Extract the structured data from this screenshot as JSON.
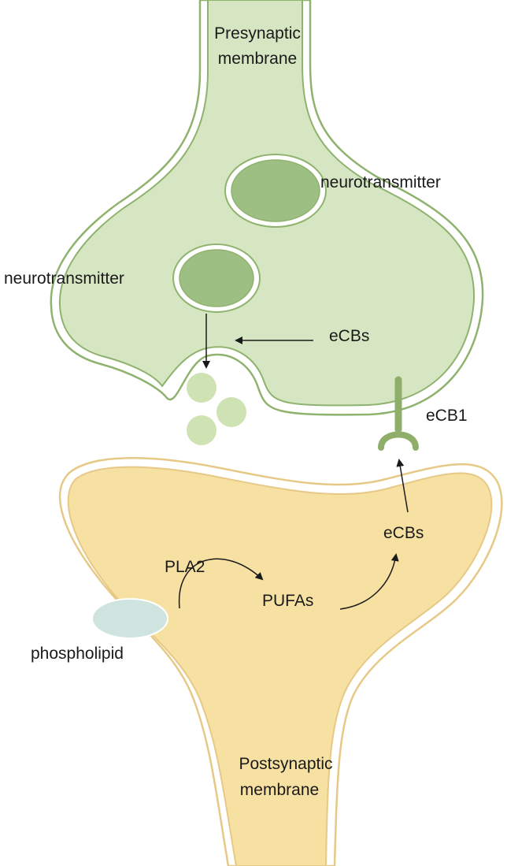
{
  "labels": {
    "presynaptic_line1": "Presynaptic",
    "presynaptic_line2": "membrane",
    "neurotransmitter_top": "neurotransmitter",
    "neurotransmitter_left": "neurotransmitter",
    "ecbs_presynaptic": "eCBs",
    "ecb1": "eCB1",
    "ecbs_postsynaptic": "eCBs",
    "pla2": "PLA2",
    "pufas": "PUFAs",
    "phospholipid": "phospholipid",
    "postsynaptic_line1": "Postsynaptic",
    "postsynaptic_line2": "membrane"
  },
  "colors": {
    "presynaptic_fill": "#d6e6c2",
    "presynaptic_stroke": "#8fb36e",
    "vesicle_fill": "#9ebf84",
    "released_neurotransmitter": "#cfe2b4",
    "receptor": "#8fae6a",
    "postsynaptic_fill": "#f6e0a2",
    "postsynaptic_stroke": "#e7c987",
    "phospholipid_fill": "#cfe4df",
    "arrow": "#1a1a1a"
  }
}
